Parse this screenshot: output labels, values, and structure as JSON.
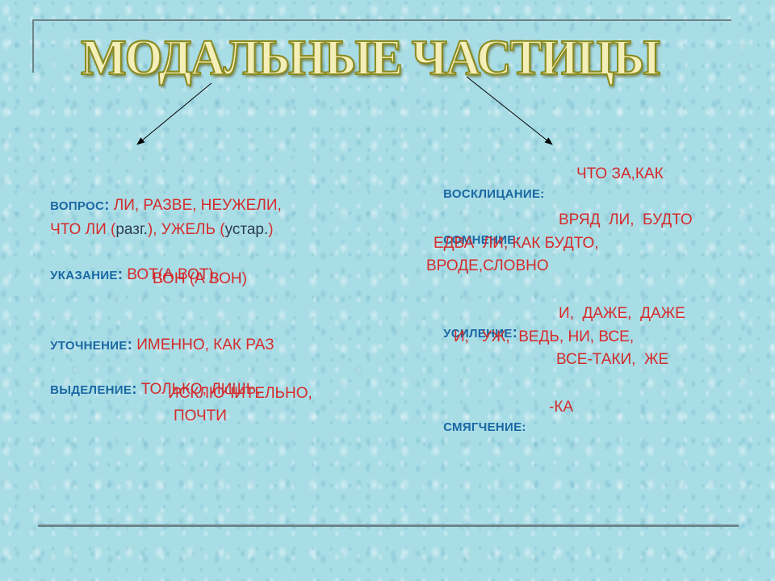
{
  "title": "МОДАЛЬНЫЕ ЧАСТИЦЫ",
  "colors": {
    "label": "#1a68a3",
    "particle": "#d42b2b",
    "note": "#2c3d55",
    "title_fill": "#f4eeb8",
    "title_outline": "#8a8a1e",
    "background": "#a9dde6",
    "frame": "#6e8489"
  },
  "left": {
    "vopros": {
      "label": "ВОПРОС",
      "colon": ":",
      "line1": " ЛИ, РАЗВЕ, НЕУЖЕЛИ,",
      "line2_a": "ЧТО ЛИ (",
      "line2_note1": "разг.",
      "line2_b": "), УЖЕЛЬ (",
      "line2_note2": "устар.",
      "line2_c": ")"
    },
    "ukazanie": {
      "label": "УКАЗАНИЕ",
      "colon": ":",
      "line1": " ВОТ(А ВОТ),",
      "line2": "ВОН (А ВОН)"
    },
    "utochnenie": {
      "label": "УТОЧНЕНИЕ",
      "colon": ":",
      "line1": " ИМЕННО, КАК РАЗ"
    },
    "vydelenie": {
      "label": "ВЫДЕЛЕНИЕ",
      "colon": ":",
      "line1": " ТОЛЬКО, ЛИШЬ,",
      "line2": "ИСКЛЮЧИТЕЛЬНО,",
      "line3": "ПОЧТИ"
    }
  },
  "right": {
    "vosklicanie": {
      "label": "ВОСКЛИЦАНИЕ:",
      "line1": "ЧТО ЗА,КАК"
    },
    "somnenie": {
      "label": "СОМНЕНИЕ:",
      "line1": "ВРЯД  ЛИ,  БУДТО",
      "line2": "ЕДВА  ЛИ, КАК БУДТО,",
      "line3": "ВРОДЕ,СЛОВНО"
    },
    "usilenie": {
      "label": "УСИЛЕНИЕ",
      "colon": ":",
      "line1": "И,  ДАЖЕ,  ДАЖЕ",
      "line2": "И,   УЖ,  ВЕДЬ, НИ, ВСЕ,",
      "line3": "ВСЕ-ТАКИ,  ЖЕ"
    },
    "smyagchenie": {
      "label": "СМЯГЧЕНИЕ:",
      "line1": "-КА"
    }
  }
}
